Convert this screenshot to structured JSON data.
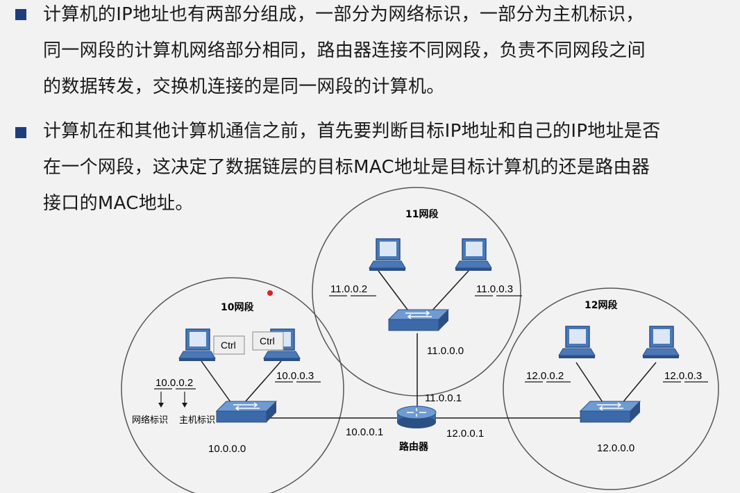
{
  "bullets": [
    {
      "lines": [
        "计算机的IP地址也有两部分组成，一部分为网络标识，一部分为主机标识，",
        "同一网段的计算机网络部分相同，路由器连接不同网段，负责不同网段之间",
        "的数据转发，交换机连接的是同一网段的计算机。"
      ]
    },
    {
      "lines": [
        "计算机在和其他计算机通信之前，首先要判断目标IP地址和自己的IP地址是否",
        "在一个网段，这决定了数据链层的目标MAC地址是目标计算机的还是路由器",
        "接口的MAC地址。"
      ]
    }
  ],
  "diagram": {
    "segments": {
      "seg10": {
        "title": "10网段",
        "network": "10.0.0.0",
        "host_a": "10.0.0.2",
        "host_b": "10.0.0.3"
      },
      "seg11": {
        "title": "11网段",
        "network": "11.0.0.0",
        "host_a": "11.0.0.2",
        "host_b": "11.0.0.3"
      },
      "seg12": {
        "title": "12网段",
        "network": "12.0.0.0",
        "host_a": "12.0.0.2",
        "host_b": "12.0.0.3"
      }
    },
    "router": {
      "label": "路由器",
      "if_seg10": "10.0.0.1",
      "if_seg11": "11.0.0.1",
      "if_seg12": "12.0.0.1"
    },
    "annotations": {
      "network_id": "网络标识",
      "host_id": "主机标识"
    },
    "ctrl_keys": [
      "Ctrl",
      "Ctrl"
    ],
    "colors": {
      "device_blue": "#4a78b8",
      "device_dark": "#2c4f86",
      "line": "#1a1a1a",
      "circle": "#555555",
      "bullet": "#1f3d7a"
    }
  }
}
